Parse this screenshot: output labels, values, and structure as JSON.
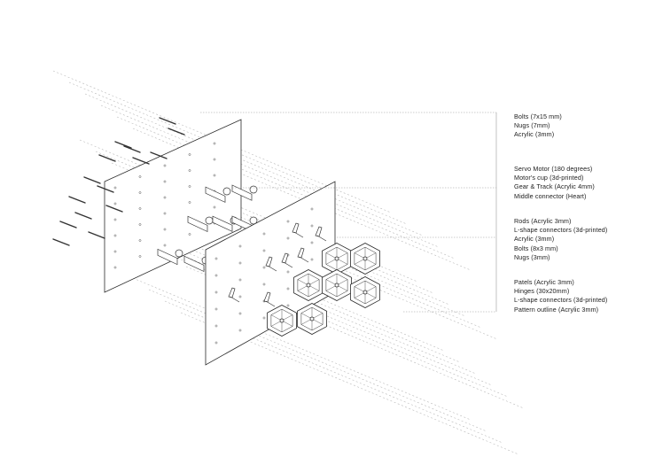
{
  "colors": {
    "stroke": "#2a2a2a",
    "leader": "#9a9a9a",
    "background": "#ffffff"
  },
  "label_groups": [
    {
      "lines": [
        "Bolts  (7x15 mm)",
        "Nugs (7mm)",
        "Acrylic (3mm)"
      ]
    },
    {
      "lines": [
        "Servo Motor (180 degrees)",
        "Motor's cup (3d-printed)",
        "Gear & Track (Acrylic 4mm)",
        "Middle connector (Heart)"
      ]
    },
    {
      "lines": [
        "Rods (Acrylic 3mm)",
        "L-shape connectors (3d-printed)",
        "Acrylic (3mm)",
        "Bolts (8x3 mm)",
        "Nugs (3mm)"
      ]
    },
    {
      "lines": [
        "Patels (Acrylic 3mm)",
        "Hinges (30x20mm)",
        "L-shape connectors (3d-printed)",
        "Pattern outline (Acrylic 3mm)"
      ]
    }
  ]
}
